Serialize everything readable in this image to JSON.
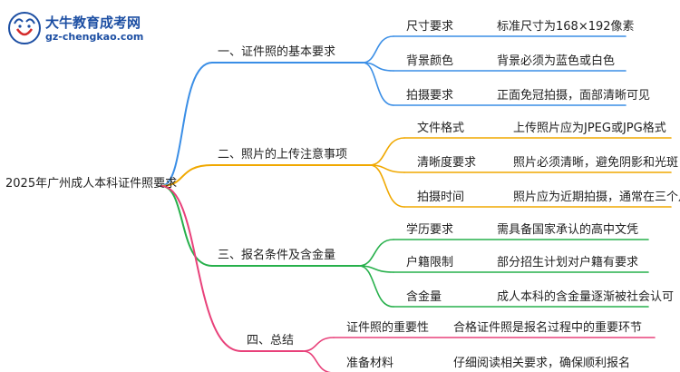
{
  "logo": {
    "brand": "大牛教育成考网",
    "url": "gz-chengkao.com"
  },
  "root": {
    "label": "2025年广州成人本科证件照要求"
  },
  "branches": [
    {
      "label": "一、证件照的基本要求",
      "color": "#3a8ee6",
      "items": [
        {
          "label": "尺寸要求",
          "value": "标准尺寸为168×192像素"
        },
        {
          "label": "背景颜色",
          "value": "背景必须为蓝色或白色"
        },
        {
          "label": "拍摄要求",
          "value": "正面免冠拍摄，面部清晰可见"
        }
      ]
    },
    {
      "label": "二、照片的上传注意事项",
      "color": "#f0a800",
      "items": [
        {
          "label": "文件格式",
          "value": "上传照片应为JPEG或JPG格式"
        },
        {
          "label": "清晰度要求",
          "value": "照片必须清晰，避免阴影和光斑"
        },
        {
          "label": "拍摄时间",
          "value": "照片应为近期拍摄，通常在三个月内"
        }
      ]
    },
    {
      "label": "三、报名条件及含金量",
      "color": "#27b04b",
      "items": [
        {
          "label": "学历要求",
          "value": "需具备国家承认的高中文凭"
        },
        {
          "label": "户籍限制",
          "value": "部分招生计划对户籍有要求"
        },
        {
          "label": "含金量",
          "value": "成人本科的含金量逐渐被社会认可"
        }
      ]
    },
    {
      "label": "四、总结",
      "color": "#e8417a",
      "items": [
        {
          "label": "证件照的重要性",
          "value": "合格证件照是报名过程中的重要环节"
        },
        {
          "label": "准备材料",
          "value": "仔细阅读相关要求，确保顺利报名"
        }
      ]
    }
  ]
}
